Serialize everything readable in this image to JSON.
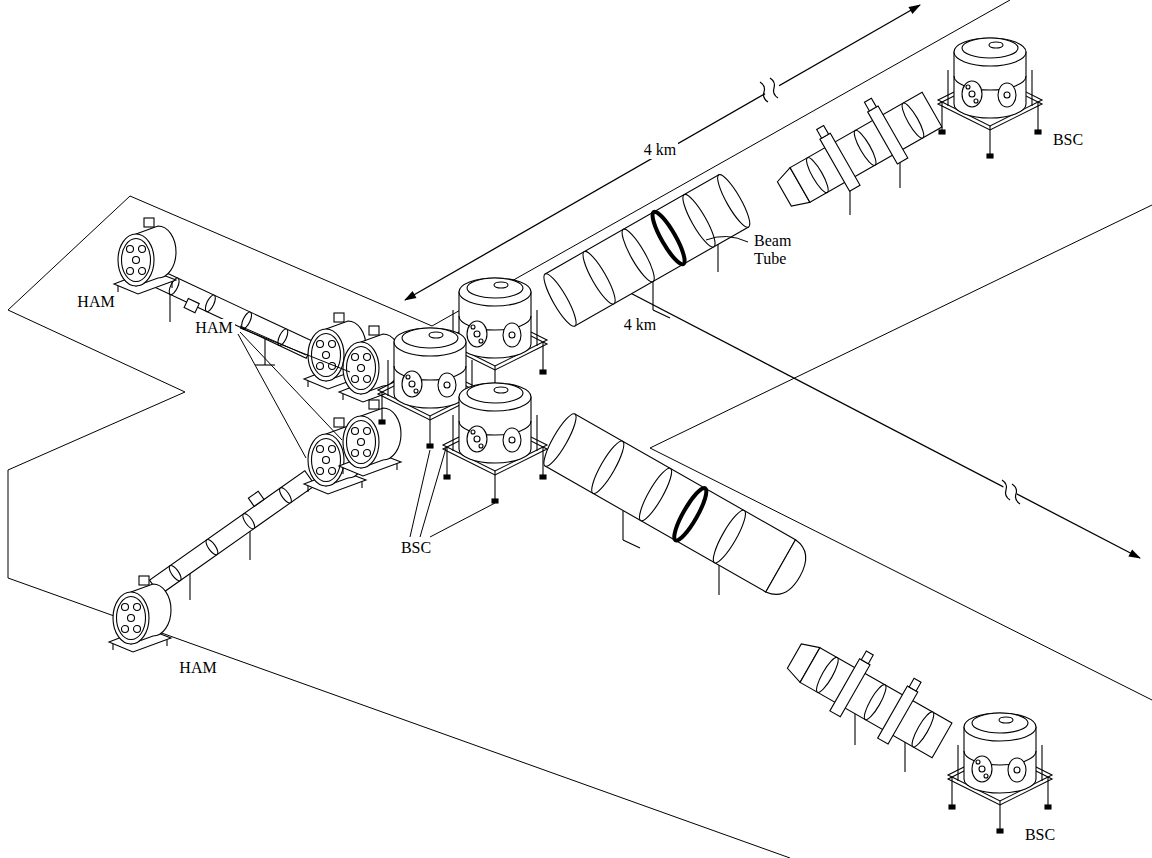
{
  "diagram": {
    "labels": [
      "4 km",
      "BSC",
      "HAM",
      "Beam Tube",
      "HAM",
      "4 km",
      "BSC",
      "HAM",
      "BSC"
    ]
  }
}
